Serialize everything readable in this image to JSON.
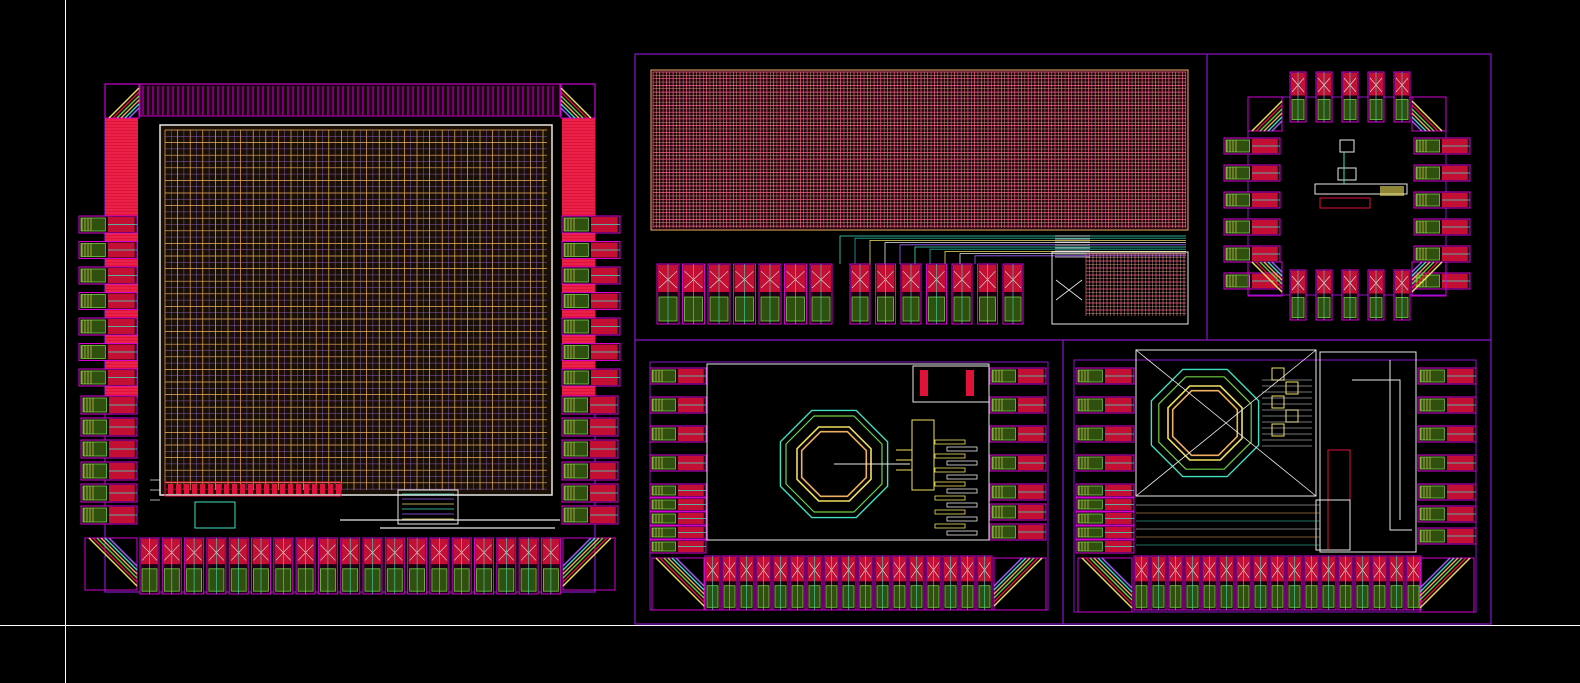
{
  "viewer": {
    "background": "#000000",
    "crosshair_color": "#ffffff"
  },
  "palette": {
    "boundary": "#8a16c8",
    "pad_red": "#e0123a",
    "pad_magenta": "#d400d4",
    "grid_orange": "#f0b060",
    "grid_pink": "#f06080",
    "metal_green": "#70d040",
    "metal_yellow": "#f0e060",
    "metal_cyan": "#40e0c0",
    "metal_white": "#e8e8e8",
    "metal_violet": "#a060ff",
    "metal_teal": "#20b0a0"
  },
  "cells": [
    {
      "id": "chip-a",
      "kind": "large-array-die"
    },
    {
      "id": "chip-b",
      "kind": "memory-array-die"
    },
    {
      "id": "chip-c",
      "kind": "small-pad-ring-die"
    },
    {
      "id": "chip-d",
      "kind": "inductor-die"
    },
    {
      "id": "chip-e",
      "kind": "inductor-die-with-logic"
    }
  ]
}
